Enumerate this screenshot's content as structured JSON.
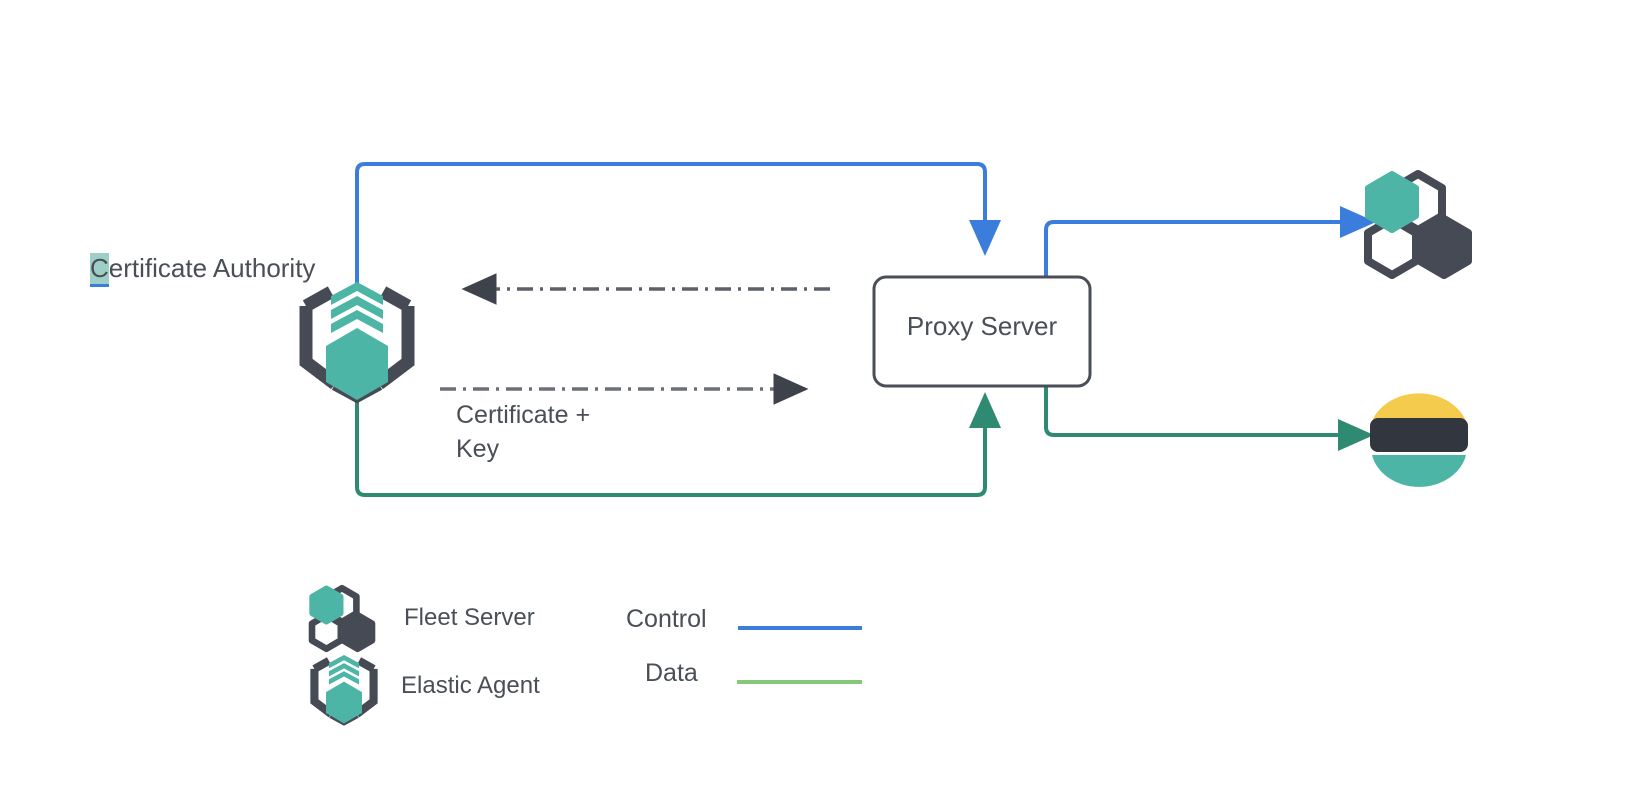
{
  "diagram": {
    "title_nodes": {
      "certificate_authority": "Certificate Authority",
      "proxy_server": "Proxy Server"
    },
    "edge_labels": {
      "certificate_key_line1": "Certificate +",
      "certificate_key_line2": "Key"
    },
    "legend": {
      "items": [
        {
          "label": "Fleet Server",
          "icon": "fleet-server-hexagons-icon"
        },
        {
          "label": "Elastic Agent",
          "icon": "elastic-agent-icon"
        }
      ],
      "lines": [
        {
          "label": "Control",
          "color": "#3b7ddd"
        },
        {
          "label": "Data",
          "color": "#86c879"
        }
      ]
    },
    "colors": {
      "control_blue": "#3b7ddd",
      "data_green": "#2f8a72",
      "legend_data_green": "#86c879",
      "node_outline": "#4a4f57",
      "teal": "#4cb5a5",
      "dark_hex": "#454a54",
      "elastic_yellow": "#f5c council",
      "highlight": "#9ecfc6"
    },
    "icons": {
      "fleet_server_right": "fleet-server-hexagons-icon",
      "elasticsearch_right": "elasticsearch-logo-icon",
      "certificate_authority_node": "elastic-agent-icon"
    }
  }
}
